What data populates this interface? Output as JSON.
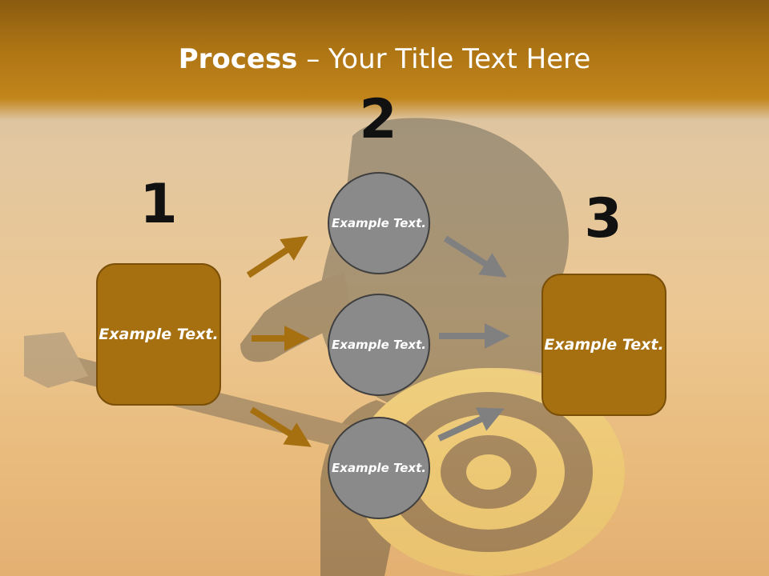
{
  "slide": {
    "title_bold": "Process",
    "title_rest": " – Your Title Text Here",
    "steps": [
      {
        "number": "1",
        "box_text": "Example Text."
      },
      {
        "number": "2",
        "circle_texts": [
          "Example Text.",
          "Example Text.",
          "Example Text."
        ]
      },
      {
        "number": "3",
        "box_text": "Example Text."
      }
    ]
  },
  "colors": {
    "title_band": "#ad7414",
    "box_fill": "#a66f10",
    "circle_fill": "#8a8a8a",
    "arrow_gold": "#a66f10",
    "arrow_gray": "#808080"
  }
}
